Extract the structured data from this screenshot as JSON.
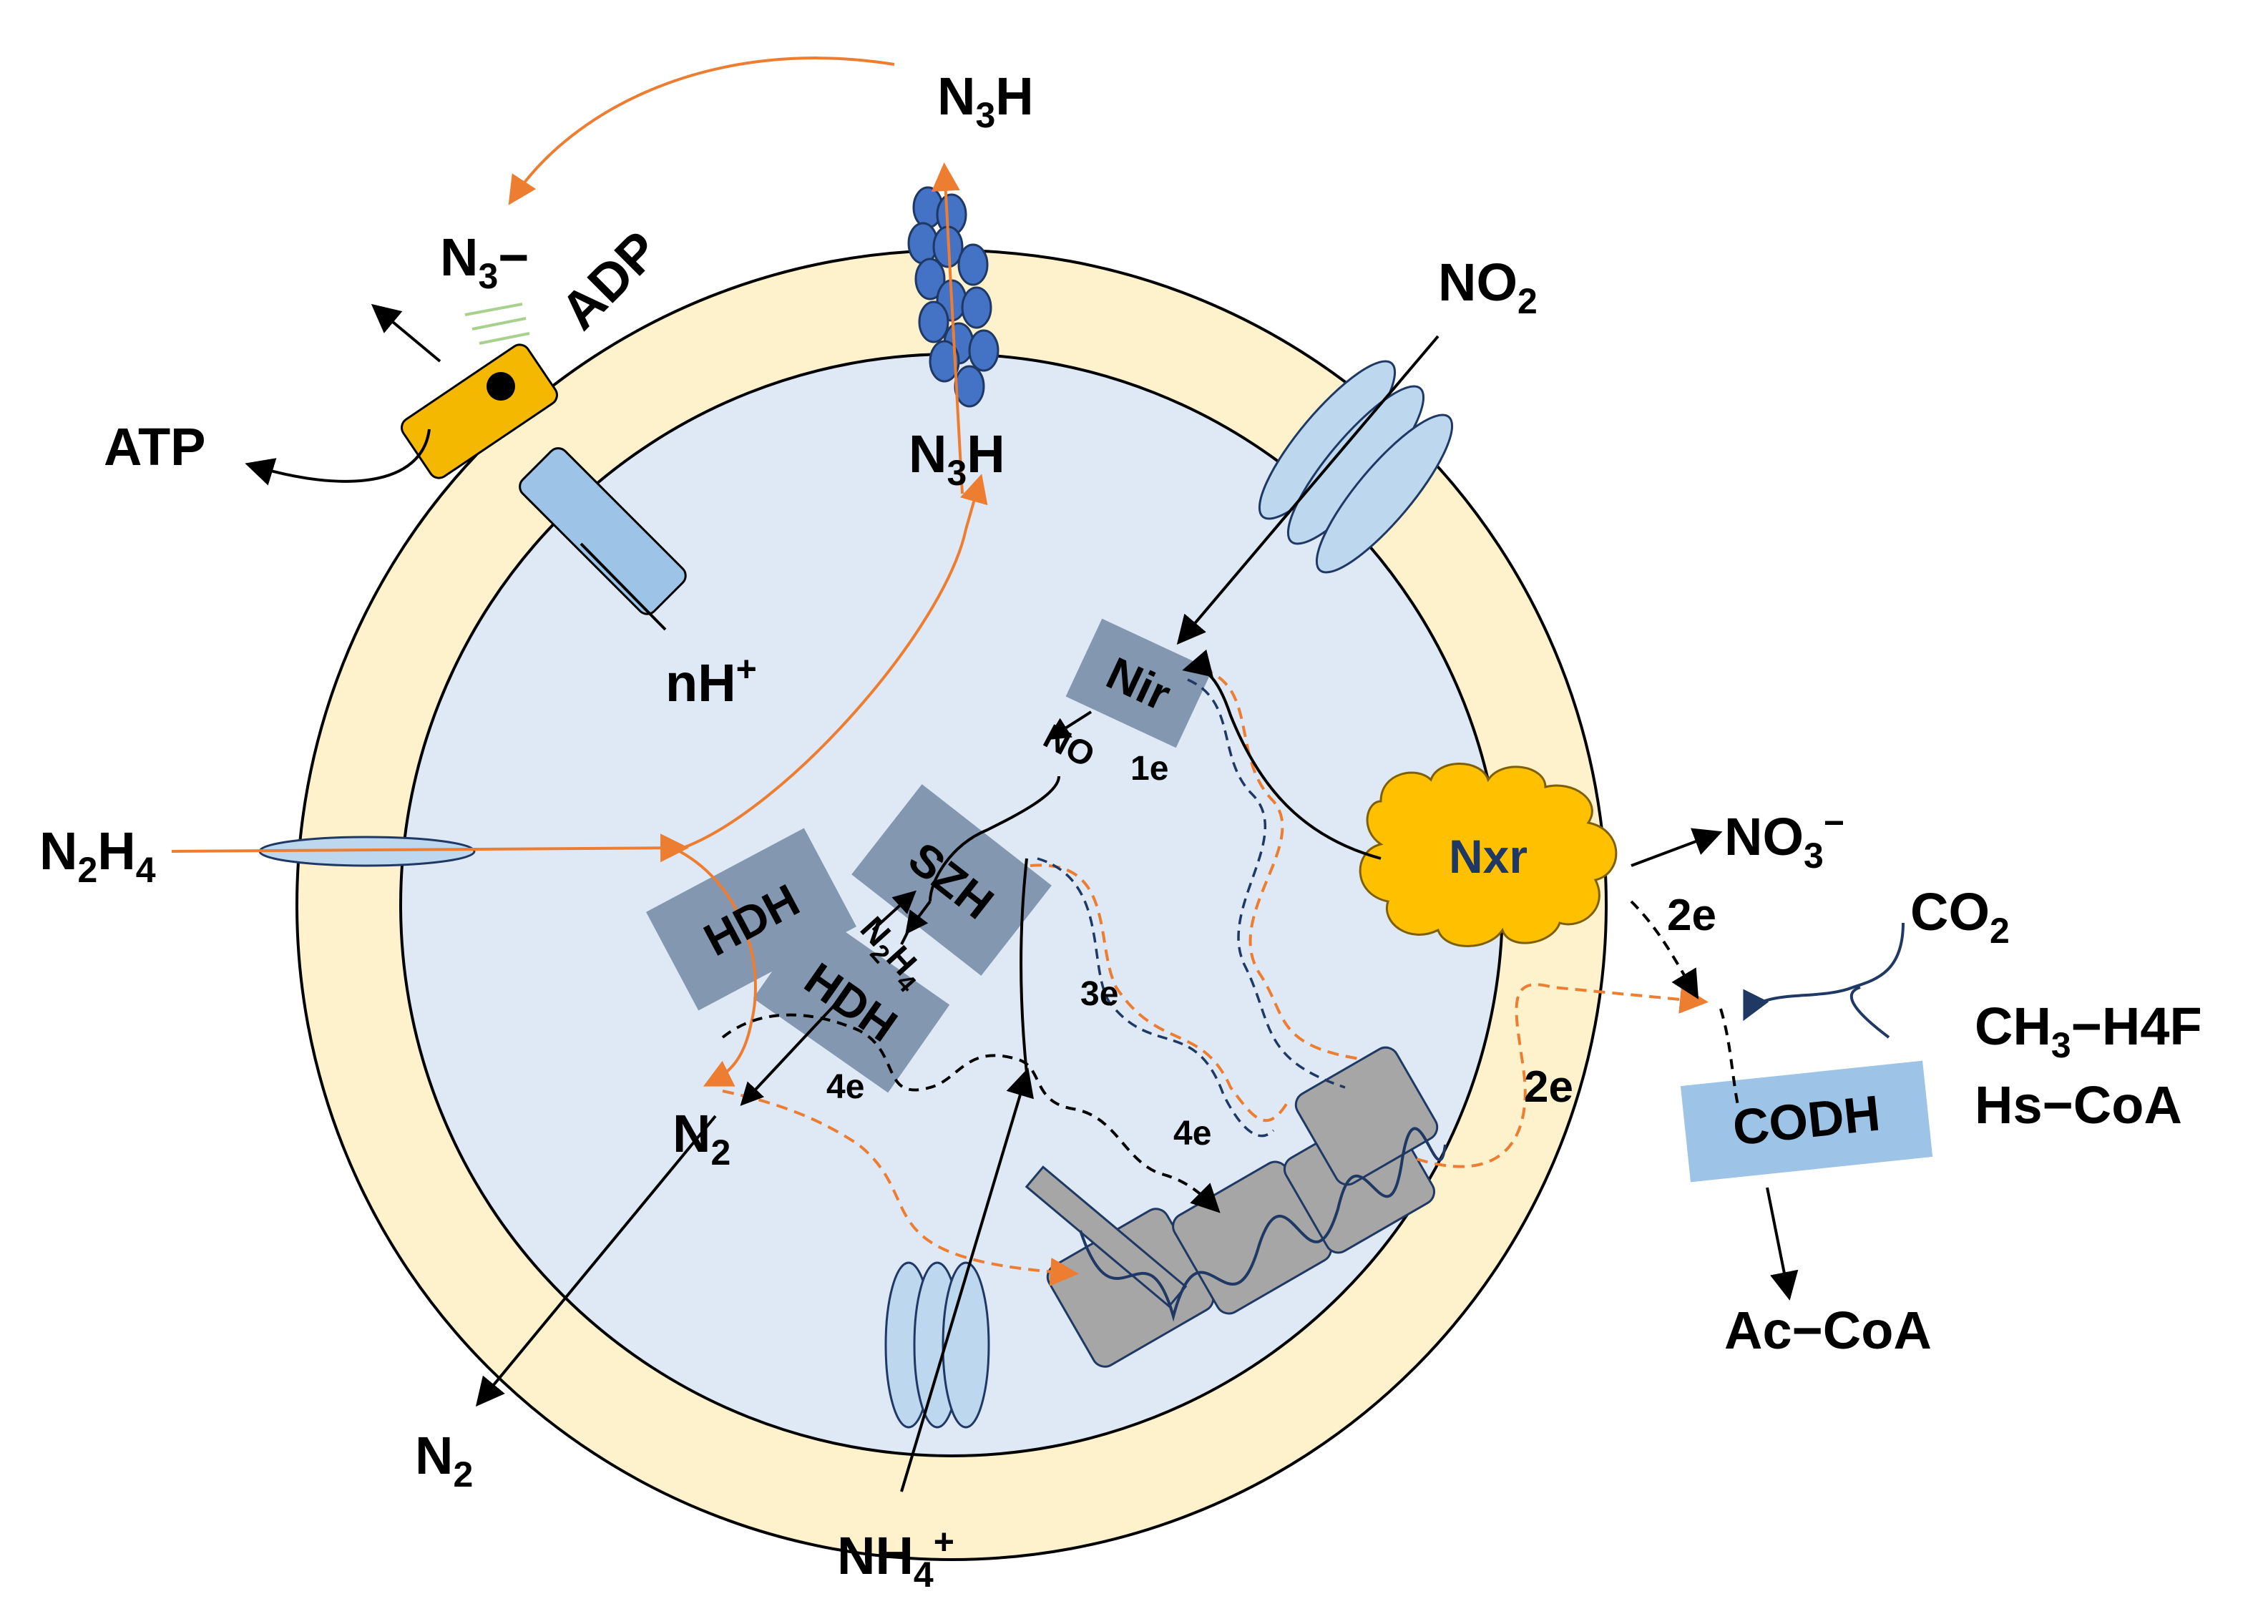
{
  "labels": {
    "n3h_top": "N",
    "n3h_top_sub": "3",
    "n3h_top_h": "H",
    "n3_minus": "N",
    "n3_minus_sub": "3",
    "n3_minus_sign": "−",
    "adp": "ADP",
    "atp": "ATP",
    "nh_plus": "nH",
    "nh_plus_sup": "+",
    "n3h_inner": "N",
    "n3h_inner_sub": "3",
    "n3h_inner_h": "H",
    "no2": "NO",
    "no2_sub": "2",
    "n2h4": "N",
    "n2h4_sub1": "2",
    "n2h4_h": "H",
    "n2h4_sub2": "4",
    "no": "NO",
    "one_e": "1e",
    "n2h4_inner": "N",
    "n2h4_inner_sub1": "2",
    "n2h4_inner_h": "H",
    "n2h4_inner_sub2": "4",
    "three_e": "3e",
    "four_e_left": "4e",
    "four_e_mid": "4e",
    "n2_inner": "N",
    "n2_inner_sub": "2",
    "n2_out": "N",
    "n2_out_sub": "2",
    "nh4": "NH",
    "nh4_sub": "4",
    "nh4_sup": "+",
    "no3": "NO",
    "no3_sub": "3",
    "no3_sup": "−",
    "two_e_top": "2e",
    "two_e_bottom": "2e",
    "co2": "CO",
    "co2_sub": "2",
    "ch3_h4f": "CH",
    "ch3_sub": "3",
    "ch3_rest": "−H4F",
    "hs_coa": "Hs−CoA",
    "ac_coa": "Ac−CoA"
  },
  "enzymes": {
    "nir": "Nir",
    "szh": "SZH",
    "hdh_1": "HDH",
    "hdh_2": "HDH",
    "nxr": "Nxr",
    "codh": "CODH"
  },
  "colors": {
    "outer_membrane": "#fef2cc",
    "inner_compartment": "#dee9f5",
    "enzyme_box": "#8497b0",
    "nxr": "#ffc000",
    "codh": "#9dc3e6",
    "atp_synthase_head": "#f5b800",
    "atp_synthase_stalk": "#9dc3e6",
    "channel": "#bdd7ee",
    "cluster": "#4472c4",
    "complex": "#a6a6a6",
    "arrow_orange": "#ed7d31",
    "arrow_black": "#000000",
    "arrow_navy": "#1f3864"
  }
}
